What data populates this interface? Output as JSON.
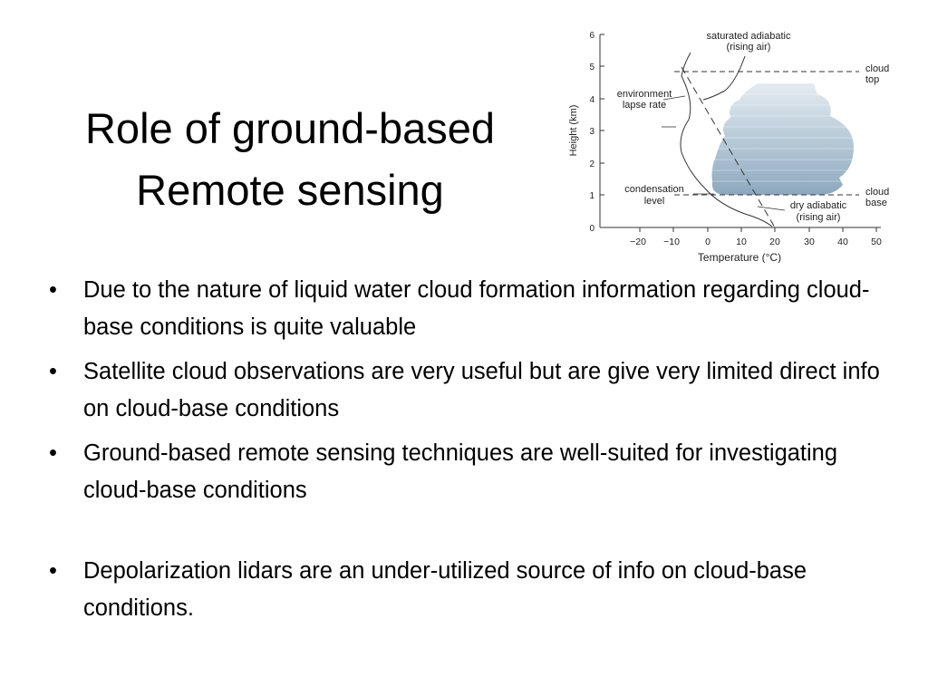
{
  "slide": {
    "title_line1": "Role of ground-based",
    "title_line2": "Remote sensing"
  },
  "bullets": [
    "Due to the nature of liquid water cloud formation information regarding cloud-base conditions is quite valuable",
    "Satellite cloud observations are very useful but are give very limited direct info on cloud-base conditions",
    "Ground-based remote sensing techniques are well-suited for investigating cloud-base conditions",
    "Depolarization lidars are an under-utilized source of info on cloud-base conditions."
  ],
  "diagram": {
    "y_axis_label": "Height (km)",
    "x_axis_label": "Temperature (°C)",
    "y_ticks": [
      "0",
      "1",
      "2",
      "3",
      "4",
      "5",
      "6"
    ],
    "x_ticks": [
      "−20",
      "−10",
      "0",
      "10",
      "20",
      "30",
      "40",
      "50"
    ],
    "labels": {
      "saturated_1": "saturated adiabatic",
      "saturated_2": "(rising air)",
      "environment_1": "environment",
      "environment_2": "lapse rate",
      "condensation_1": "condensation",
      "condensation_2": "level",
      "dry_1": "dry adiabatic",
      "dry_2": "(rising air)",
      "cloud_top_1": "cloud",
      "cloud_top_2": "top",
      "cloud_base_1": "cloud",
      "cloud_base_2": "base"
    },
    "colors": {
      "cloud_top": "#dce6ee",
      "cloud_bottom": "#8aa6bc",
      "line": "#333333"
    }
  }
}
